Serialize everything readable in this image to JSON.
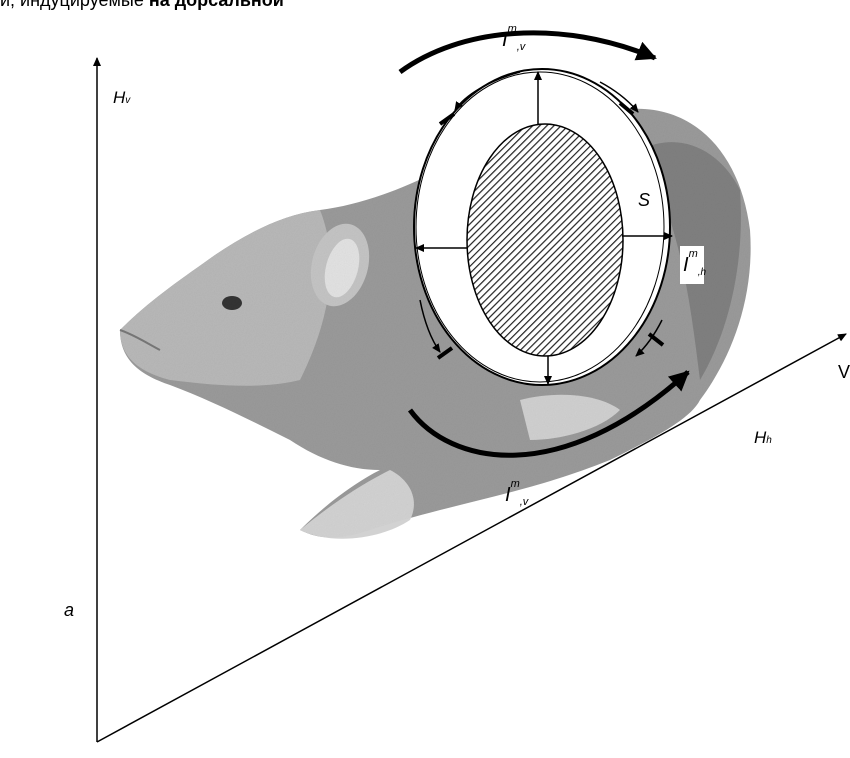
{
  "caption": {
    "prefix": "и,  индуцируемые ",
    "bold": "на  дорсальной"
  },
  "axes": {
    "h_v": "H",
    "h_v_sub": "v",
    "h_h": "H",
    "h_h_sub": "h",
    "v": "V"
  },
  "labels": {
    "S": "S",
    "panel": "a",
    "current_symbol": "I",
    "m": "m",
    "v_sub": ",v",
    "h_sub": ",h"
  },
  "colors": {
    "fur_dark": "#8a8a8a",
    "fur_light": "#c8c8c8",
    "ring_fill": "#ffffff",
    "hatch": "#222222"
  }
}
